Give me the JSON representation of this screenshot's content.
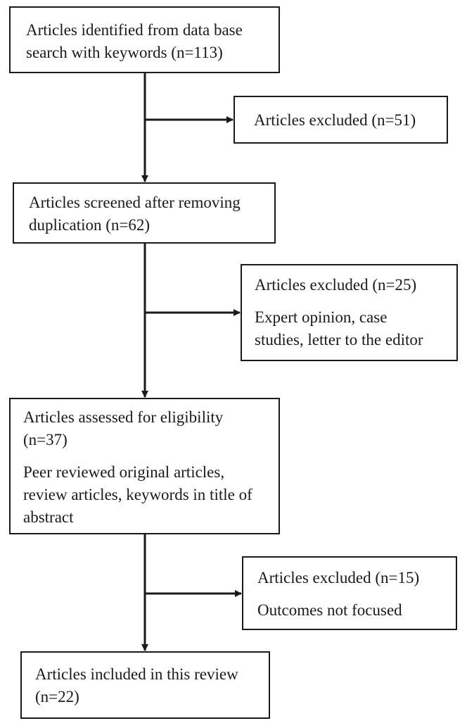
{
  "flow": {
    "identified": {
      "line1": "Articles identified from data base",
      "line2": "search with keywords (n=113)"
    },
    "excluded_1": {
      "title": "Articles excluded (n=51)"
    },
    "screened": {
      "line1": "Articles screened after removing",
      "line2": "duplication (n=62)"
    },
    "excluded_2": {
      "title": "Articles excluded (n=25)",
      "reason_line1": "Expert opinion, case",
      "reason_line2": "studies, letter to the editor"
    },
    "eligibility": {
      "line1": "Articles assessed for eligibility",
      "line2": "(n=37)",
      "criteria_line1": "Peer reviewed original articles,",
      "criteria_line2": "review articles, keywords in title of",
      "criteria_line3": "abstract"
    },
    "excluded_3": {
      "title": "Articles excluded (n=15)",
      "reason": "Outcomes not focused"
    },
    "included": {
      "line1": "Articles included in this review",
      "line2": "(n=22)"
    }
  },
  "colors": {
    "line": "#1a1a1a",
    "background": "#ffffff"
  }
}
